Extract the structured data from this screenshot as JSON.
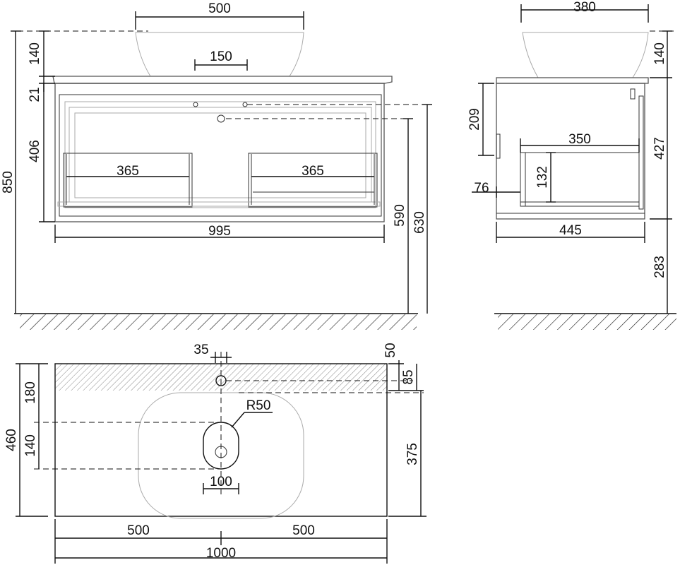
{
  "front_view": {
    "bowl_width": "500",
    "bowl_height": "140",
    "drain_width": "150",
    "top_thickness": "21",
    "upper_height": "406",
    "total_height": "850",
    "drawer_left_width": "365",
    "drawer_right_width": "365",
    "cabinet_width": "995",
    "height_590": "590",
    "height_630": "630"
  },
  "side_view": {
    "bowl_width": "380",
    "bowl_height": "140",
    "upper_drawer_height": "209",
    "body_height": "427",
    "inner_drawer_depth": "350",
    "inner_drawer_height": "132",
    "inner_drawer_offset": "76",
    "cabinet_depth": "445",
    "floor_clearance": "283"
  },
  "top_view": {
    "faucet_offset_x": "35",
    "faucet_offset_back": "50",
    "back_strip_depth": "85",
    "strip_180": "180",
    "depth_460": "460",
    "drain_140": "140",
    "radius_label": "R50",
    "sink_depth_375": "375",
    "drain_width_100": "100",
    "half_left": "500",
    "half_right": "500",
    "total_width": "1000"
  }
}
